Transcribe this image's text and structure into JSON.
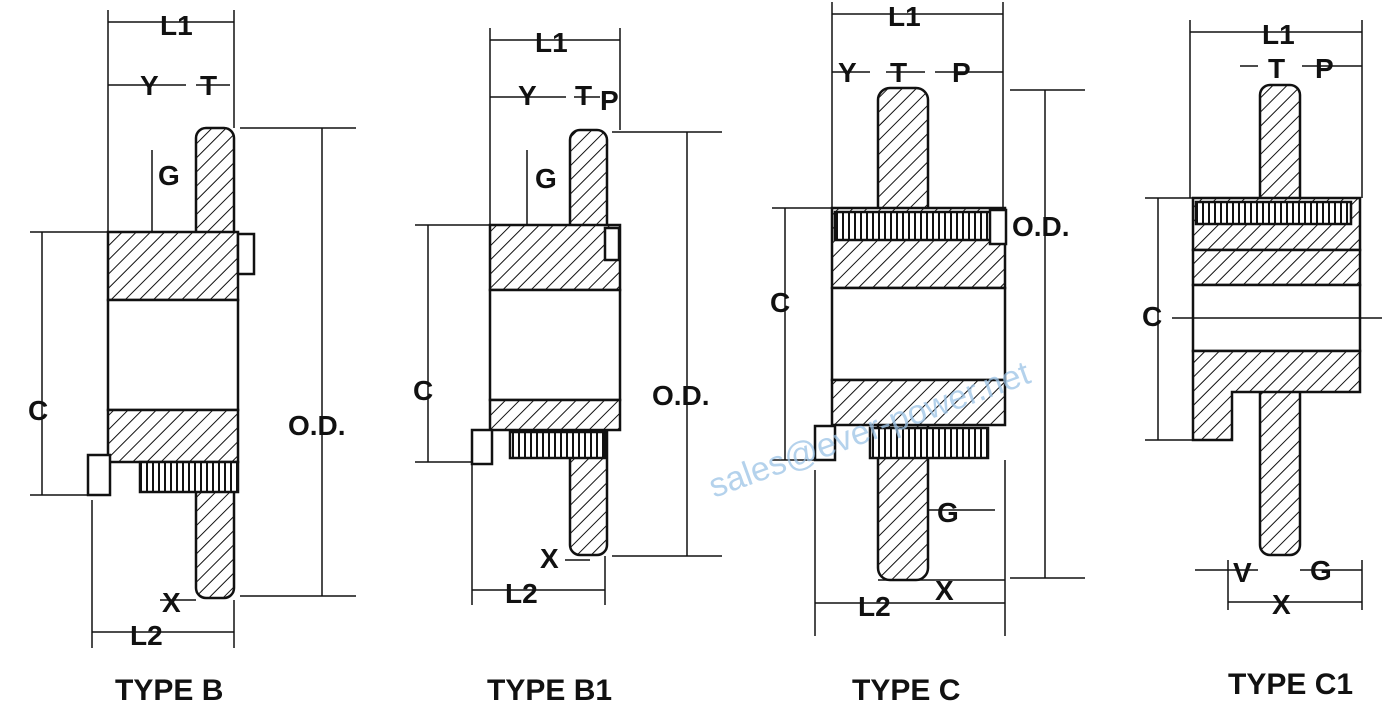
{
  "watermark": "sales@ever-power.net",
  "diagrams": [
    {
      "title": "TYPE B",
      "L1": "L1",
      "Y": "Y",
      "T": "T",
      "G": "G",
      "C": "C",
      "OD": "O.D.",
      "X": "X",
      "L2": "L2"
    },
    {
      "title": "TYPE B1",
      "L1": "L1",
      "Y": "Y",
      "T": "T",
      "P": "P",
      "G": "G",
      "C": "C",
      "OD": "O.D.",
      "X": "X",
      "L2": "L2"
    },
    {
      "title": "TYPE C",
      "L1": "L1",
      "Y": "Y",
      "T": "T",
      "P": "P",
      "OD": "O.D.",
      "C": "C",
      "G": "G",
      "L2": "L2",
      "X": "X"
    },
    {
      "title": "TYPE C1",
      "L1": "L1",
      "T": "T",
      "P": "P",
      "C": "C",
      "V": "V",
      "G": "G",
      "X": "X"
    }
  ]
}
